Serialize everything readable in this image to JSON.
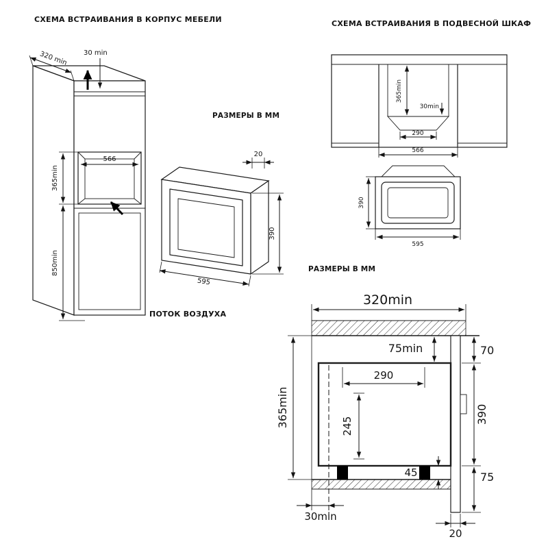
{
  "cabinet_section": {
    "title": "СХЕМА ВСТРАИВАНИЯ В КОРПУС МЕБЕЛИ",
    "airflow_label": "ПОТОК ВОЗДУХА",
    "dims": {
      "depth": "320 min",
      "vent_gap": "30 min",
      "niche_width": "566",
      "niche_height": "365min",
      "bottom_height": "850min"
    }
  },
  "oven_dims_section": {
    "label": "РАЗМЕРЫ В ММ",
    "dims": {
      "frame_depth": "20",
      "height": "390",
      "width": "595"
    }
  },
  "wall_cabinet_section": {
    "title": "СХЕМА ВСТРАИВАНИЯ В ПОДВЕСНОЙ ШКАФ",
    "cabinet_dims": {
      "niche_height": "365min",
      "vent_gap": "30min",
      "duct_width": "290",
      "niche_width": "566"
    },
    "oven_dims": {
      "height": "390",
      "width": "595"
    }
  },
  "cross_section": {
    "label": "РАЗМЕРЫ В ММ",
    "dims": {
      "top_depth": "320min",
      "top_clearance": "75min",
      "front_top_gap": "70",
      "duct_width": "290",
      "cavity_height": "245",
      "niche_height": "365min",
      "front_height": "390",
      "foot_height": "45",
      "front_bottom_gap": "75",
      "rear_clearance": "30min",
      "panel_thickness": "20"
    }
  }
}
